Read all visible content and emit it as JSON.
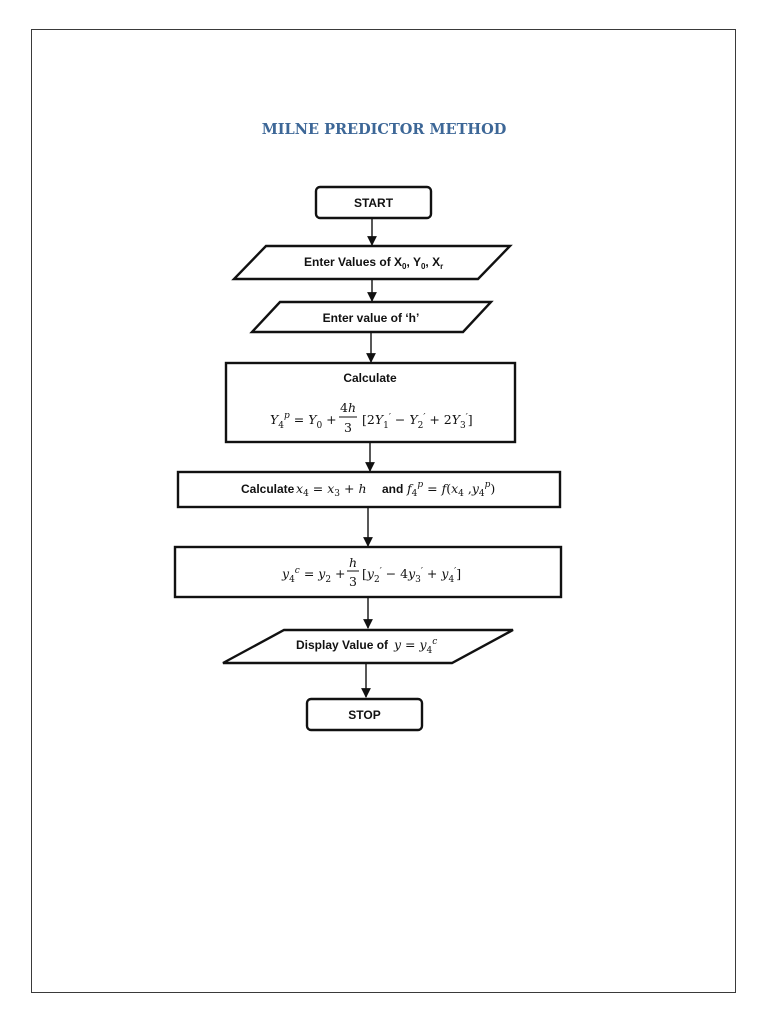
{
  "title": "MILNE PREDICTOR METHOD",
  "nodes": {
    "start": {
      "label": "START",
      "shape": "terminator"
    },
    "input_values": {
      "label": "Enter Values of X",
      "sub": [
        "0",
        "0",
        "r"
      ],
      "mid": [
        ", Y",
        ", X"
      ],
      "shape": "parallelogram"
    },
    "input_h": {
      "label": "Enter value of ‘h’",
      "shape": "parallelogram"
    },
    "predictor": {
      "label": "Calculate",
      "formula": "Y4p = Y0 + (4h/3)[2Y1' − Y2' + 2Y3']",
      "shape": "process"
    },
    "calc_x4": {
      "label": "Calculate",
      "mid": "and",
      "formula_a": "x4 = x3 + h",
      "formula_b": "f4p = f(x4, y4p)",
      "shape": "process"
    },
    "corrector": {
      "formula": "y4c = y2 + (h/3)[y2' − 4y3' + y4']",
      "shape": "process"
    },
    "display": {
      "label": "Display Value of",
      "formula": "y = y4c",
      "shape": "parallelogram"
    },
    "stop": {
      "label": "STOP",
      "shape": "terminator"
    }
  },
  "edges": [
    [
      "start",
      "input_values"
    ],
    [
      "input_values",
      "input_h"
    ],
    [
      "input_h",
      "predictor"
    ],
    [
      "predictor",
      "calc_x4"
    ],
    [
      "calc_x4",
      "corrector"
    ],
    [
      "corrector",
      "display"
    ],
    [
      "display",
      "stop"
    ]
  ],
  "colors": {
    "title": "#3d6797",
    "stroke": "#111111"
  }
}
